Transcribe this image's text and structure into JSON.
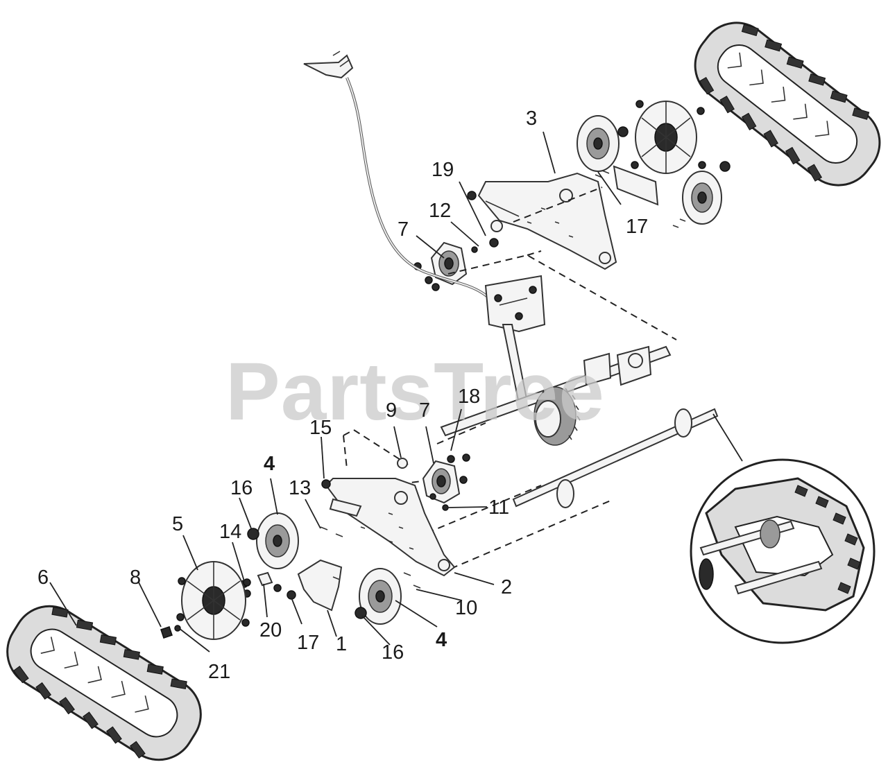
{
  "watermark": "PartsTree",
  "callouts": [
    {
      "id": "c3",
      "text": "3"
    },
    {
      "id": "c19",
      "text": "19"
    },
    {
      "id": "c12",
      "text": "12"
    },
    {
      "id": "c7a",
      "text": "7"
    },
    {
      "id": "c17a",
      "text": "17"
    },
    {
      "id": "c9",
      "text": "9"
    },
    {
      "id": "c7b",
      "text": "7"
    },
    {
      "id": "c18",
      "text": "18"
    },
    {
      "id": "c15",
      "text": "15"
    },
    {
      "id": "c4a",
      "text": "4"
    },
    {
      "id": "c16a",
      "text": "16"
    },
    {
      "id": "c13",
      "text": "13"
    },
    {
      "id": "c11",
      "text": "11"
    },
    {
      "id": "c5",
      "text": "5"
    },
    {
      "id": "c14",
      "text": "14"
    },
    {
      "id": "c6",
      "text": "6"
    },
    {
      "id": "c8",
      "text": "8"
    },
    {
      "id": "c2",
      "text": "2"
    },
    {
      "id": "c10",
      "text": "10"
    },
    {
      "id": "c20",
      "text": "20"
    },
    {
      "id": "c17b",
      "text": "17"
    },
    {
      "id": "c1",
      "text": "1"
    },
    {
      "id": "c16b",
      "text": "16"
    },
    {
      "id": "c4b",
      "text": "4"
    },
    {
      "id": "c21",
      "text": "21"
    }
  ]
}
